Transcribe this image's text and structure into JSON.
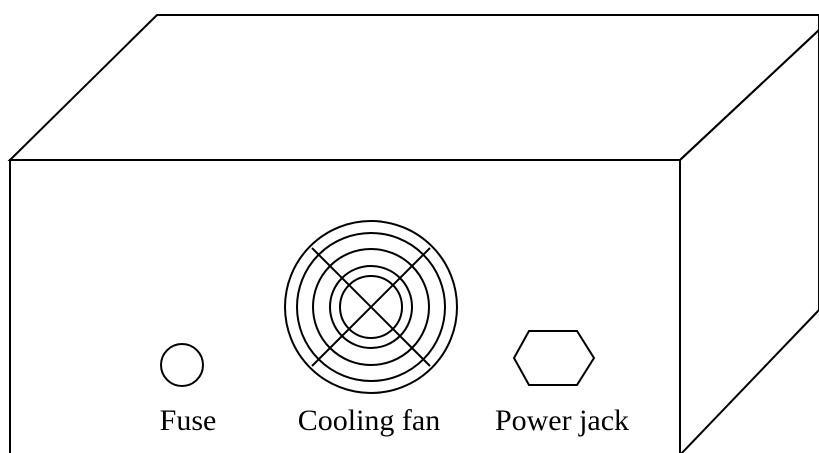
{
  "labels": {
    "fuse": "Fuse",
    "cooling_fan": "Cooling fan",
    "power_jack": "Power jack"
  },
  "colors": {
    "line": "#000000",
    "background": "#ffffff"
  }
}
